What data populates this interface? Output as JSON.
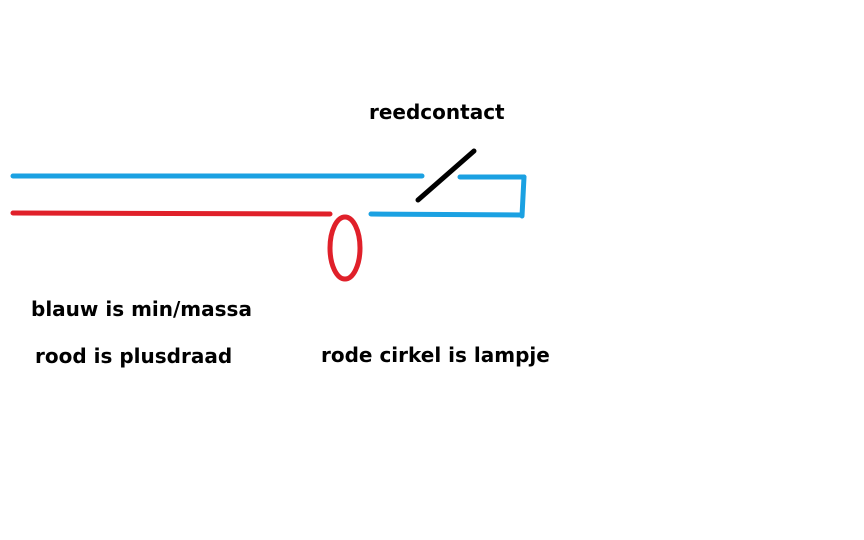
{
  "labels": {
    "reed_contact": "reedcontact",
    "blue_meaning": "blauw is min/massa",
    "red_meaning": "rood is plusdraad",
    "lamp_meaning": "rode cirkel is lampje"
  },
  "colors": {
    "blue_wire": "#1ba1e2",
    "red_wire": "#e0202a",
    "switch": "#000000",
    "text": "#000000",
    "background": "#ffffff"
  }
}
